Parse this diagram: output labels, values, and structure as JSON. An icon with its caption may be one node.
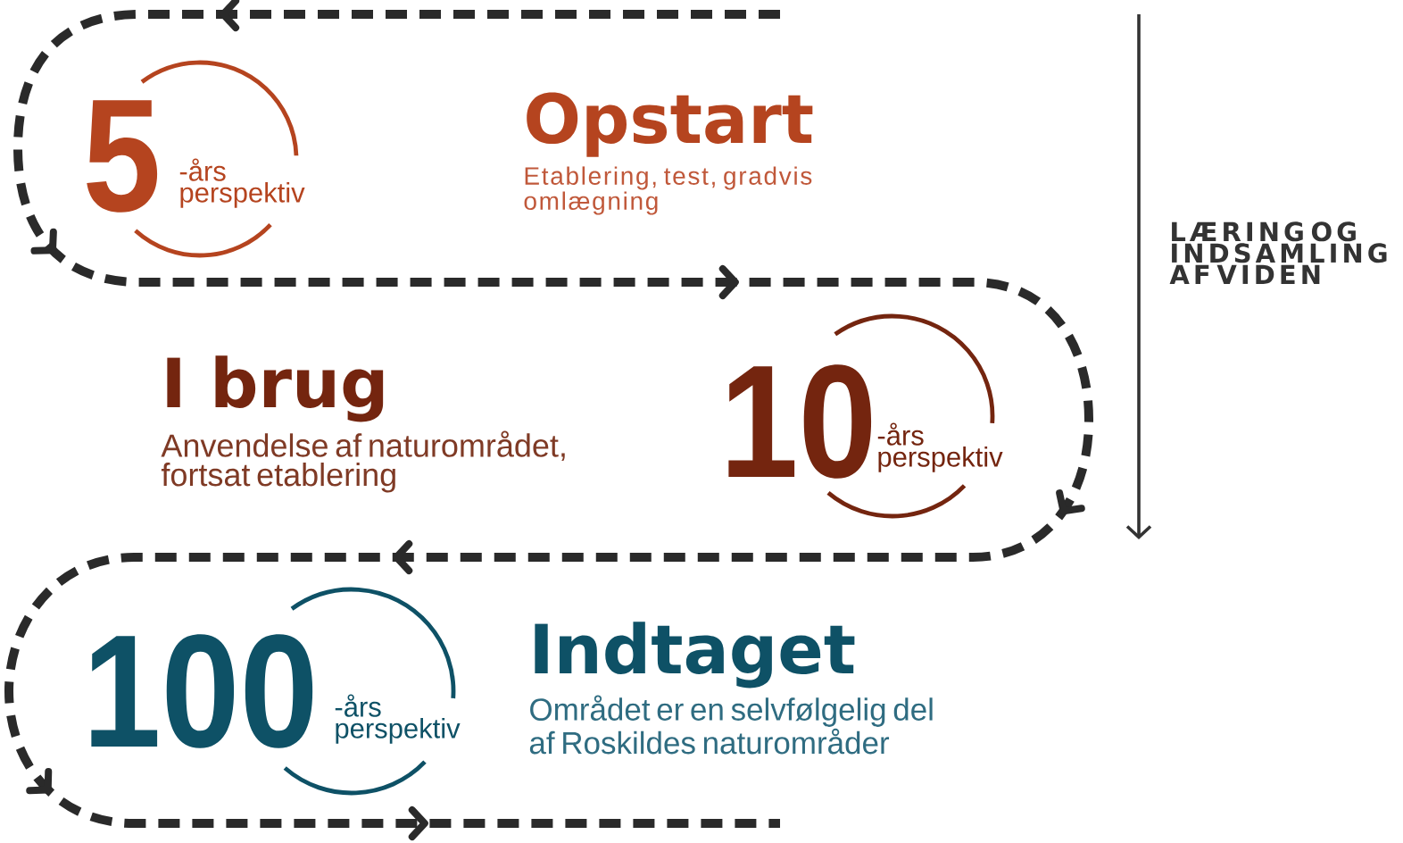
{
  "diagram": {
    "nodes": [
      {
        "text": [
          "5",
          "-års perspektiv"
        ],
        "beside": [
          "Opstart",
          "Etablering, test, gradvis omlægning"
        ]
      },
      {
        "text": [
          "10",
          "-års perspektiv"
        ],
        "beside": [
          "I brug",
          "Anvendelse af naturområdet, fortsat etablering"
        ]
      },
      {
        "text": [
          "100",
          "-års perspektiv"
        ],
        "beside": [
          "Indtaget",
          "Området er en selvfølgelig del af Roskildes naturområder"
        ]
      }
    ],
    "labels": [
      "LÆRING OG INDSAMLING AF VIDEN"
    ]
  }
}
